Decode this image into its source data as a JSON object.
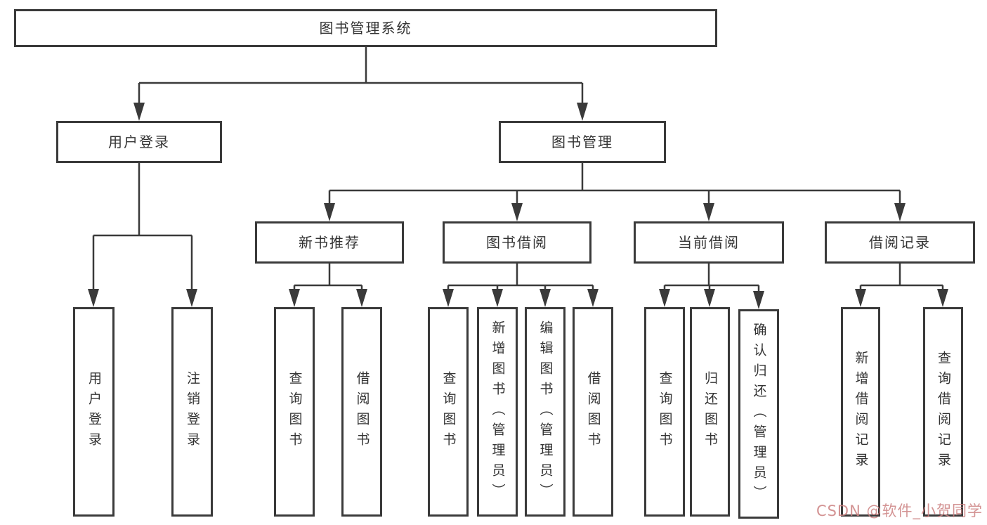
{
  "diagram": {
    "root": {
      "label": "图书管理系统"
    },
    "level1": [
      {
        "label": "用户登录"
      },
      {
        "label": "图书管理"
      }
    ],
    "level2": [
      {
        "label": "新书推荐"
      },
      {
        "label": "图书借阅"
      },
      {
        "label": "当前借阅"
      },
      {
        "label": "借阅记录"
      }
    ],
    "leaves": {
      "user_login": [
        "用户登录",
        "注销登录"
      ],
      "new_book": [
        "查询图书",
        "借阅图书"
      ],
      "book_borrow": [
        "查询图书",
        "新增图书（管理员）",
        "编辑图书（管理员）",
        "借阅图书"
      ],
      "current_borrow": [
        "查询图书",
        "归还图书",
        "确认归还（管理员）"
      ],
      "borrow_record": [
        "新增借阅记录",
        "查询借阅记录"
      ]
    },
    "line_color": "#3a3a3a"
  },
  "watermark": {
    "text": "CSDN @软件_小贺同学",
    "color": "#cb8080"
  }
}
